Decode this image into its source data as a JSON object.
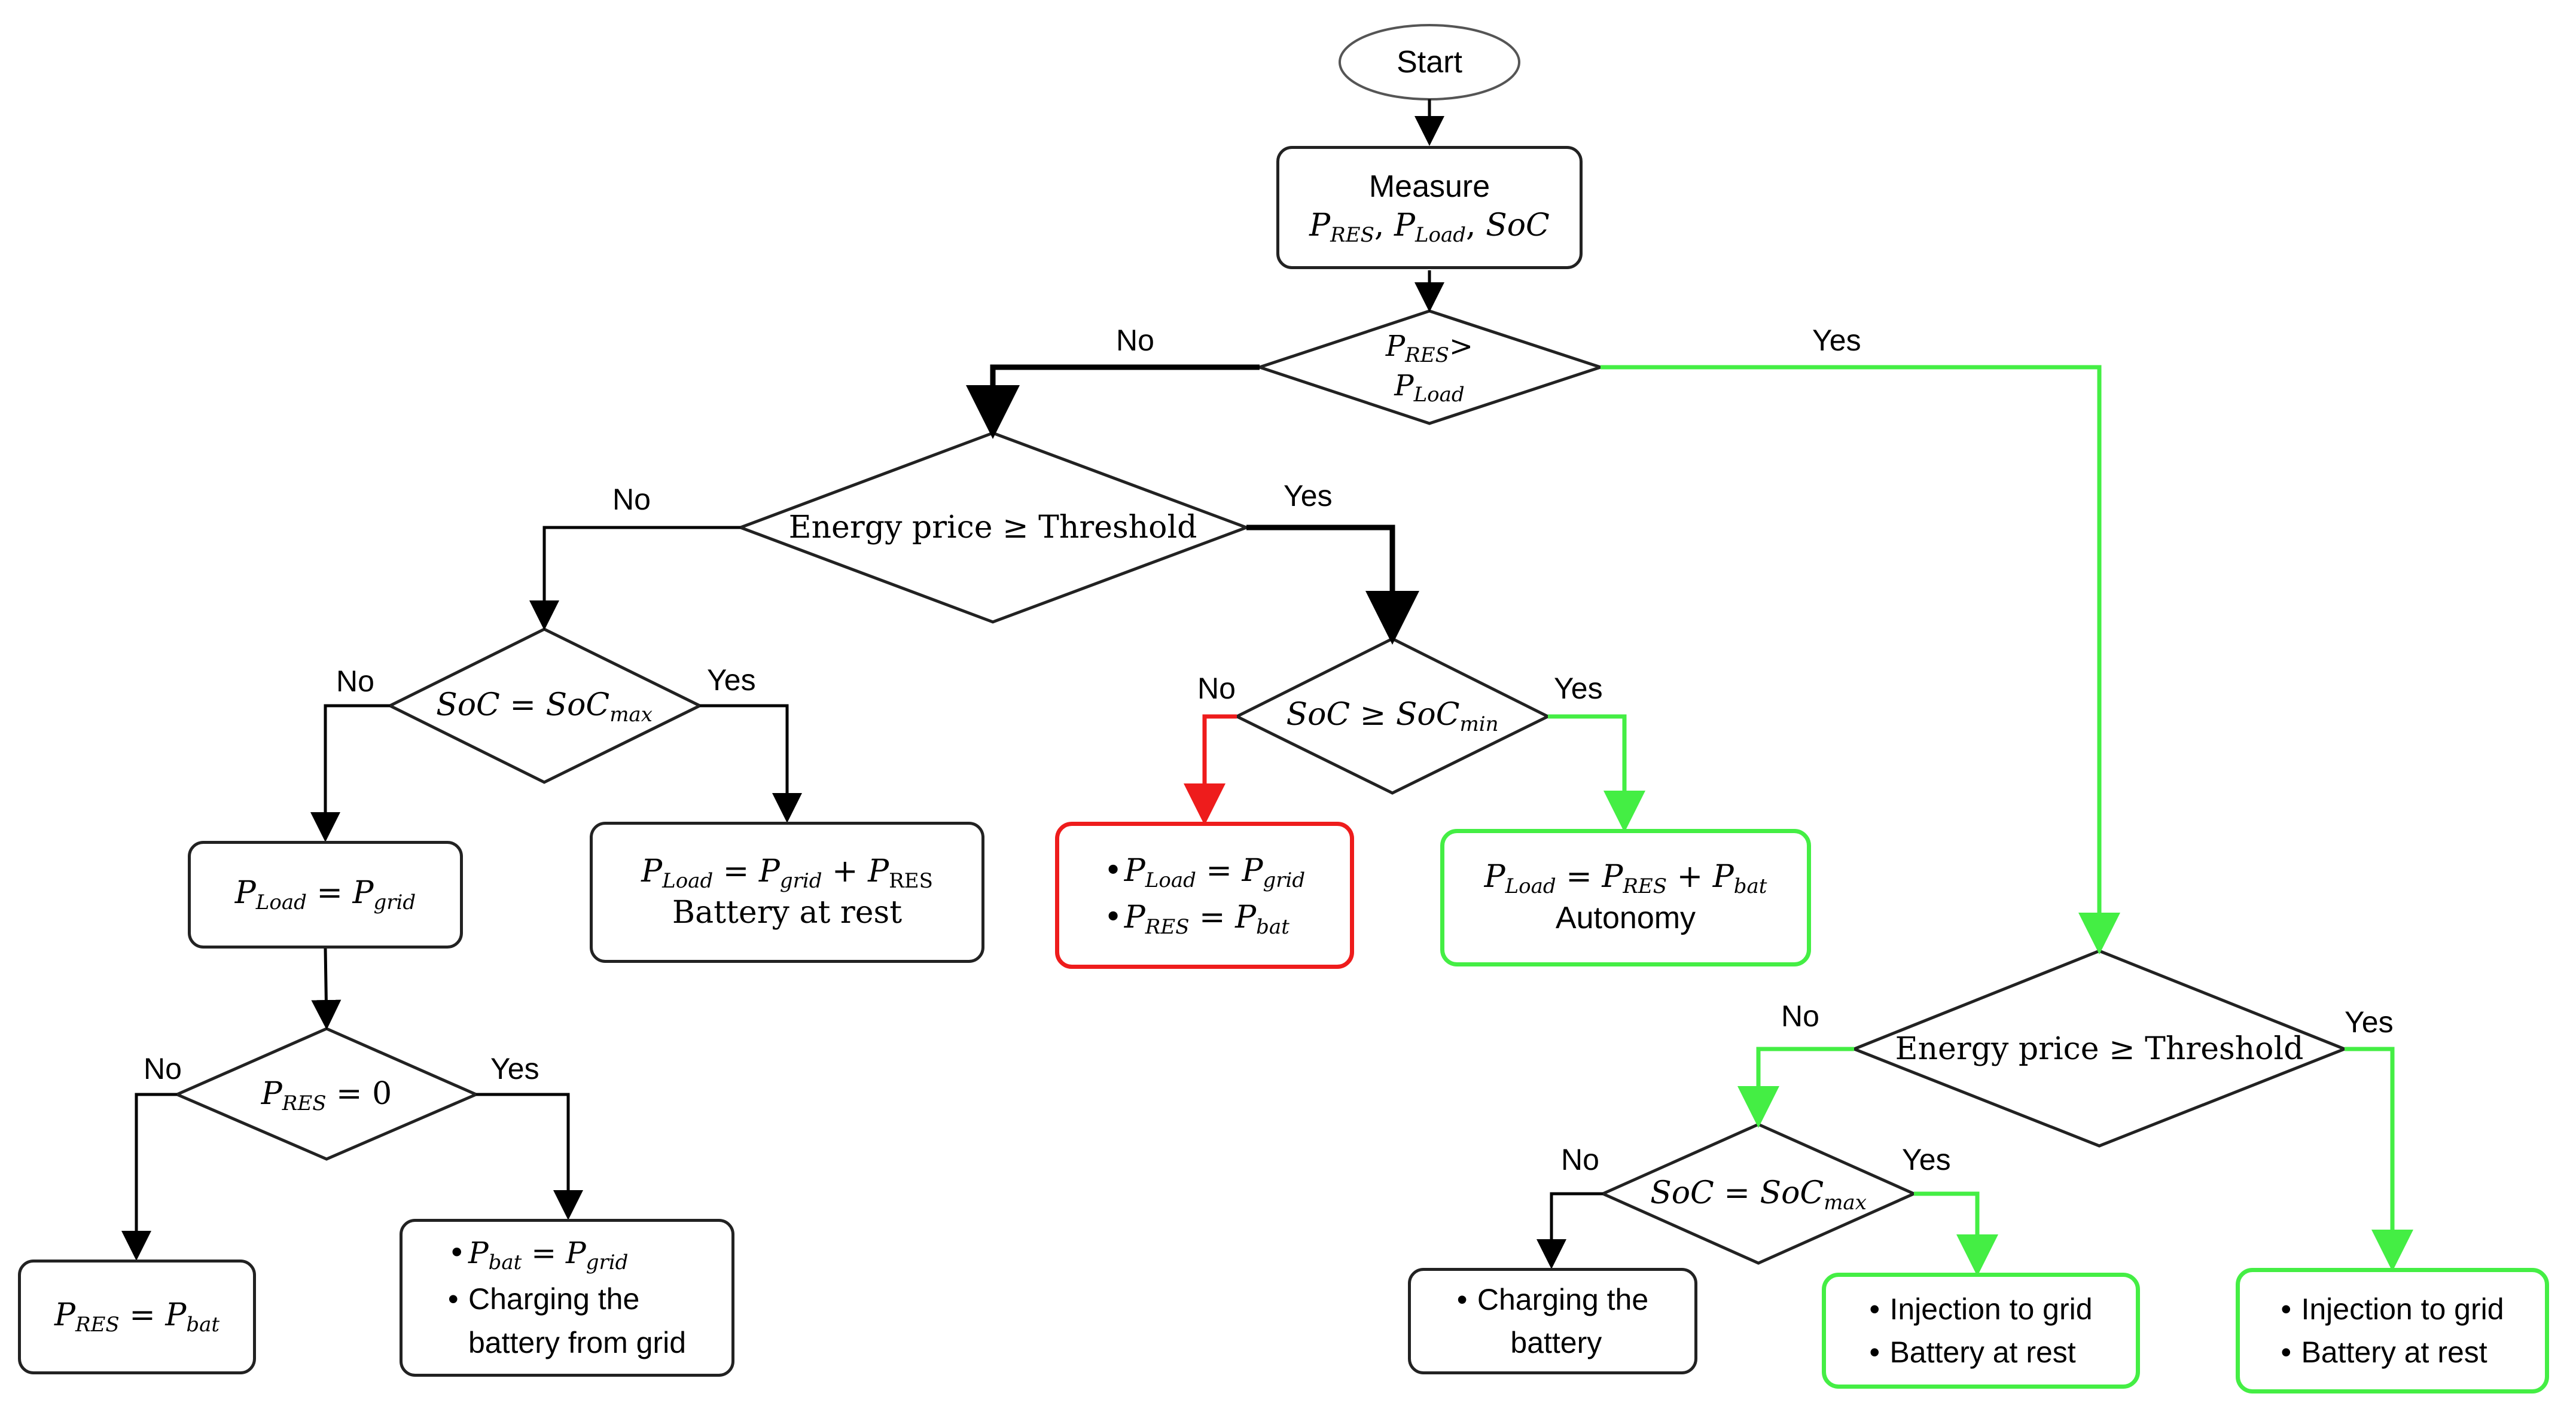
{
  "colors": {
    "default": "#000000",
    "green": "#44ee44",
    "red": "#ee1c1c"
  },
  "labels": {
    "yes": "Yes",
    "no": "No"
  },
  "nodes": {
    "start": "Start",
    "measure": {
      "line1": "Measure",
      "vars": [
        "P_RES",
        "P_Load",
        "SoC"
      ]
    },
    "d_res_gt_load": "P_RES > P_Load",
    "d_price_left": "Energy price ≥ Threshold",
    "d_soc_max_left": "SoC = SoC_max",
    "d_soc_min": "SoC ≥ SoC_min",
    "d_price_right": "Energy price ≥ Threshold",
    "d_soc_max_right": "SoC = SoC_max",
    "d_res_zero": "P_RES = 0",
    "b_load_grid": "P_Load = P_grid",
    "b_load_grid_res": {
      "line1": "P_Load = P_grid + P_RES",
      "line2": "Battery at rest"
    },
    "b_red": {
      "items": [
        "P_Load = P_grid",
        "P_RES = P_bat"
      ]
    },
    "b_autonomy": {
      "line1": "P_Load = P_RES + P_bat",
      "line2": "Autonomy"
    },
    "b_res_bat": "P_RES = P_bat",
    "b_charge_grid": {
      "items": [
        "P_bat = P_grid",
        "Charging the battery from grid"
      ]
    },
    "b_charging": {
      "items": [
        "Charging the battery"
      ]
    },
    "b_inject_mid": {
      "items": [
        "Injection to grid",
        "Battery at rest"
      ]
    },
    "b_inject_right": {
      "items": [
        "Injection to grid",
        "Battery at rest"
      ]
    }
  }
}
